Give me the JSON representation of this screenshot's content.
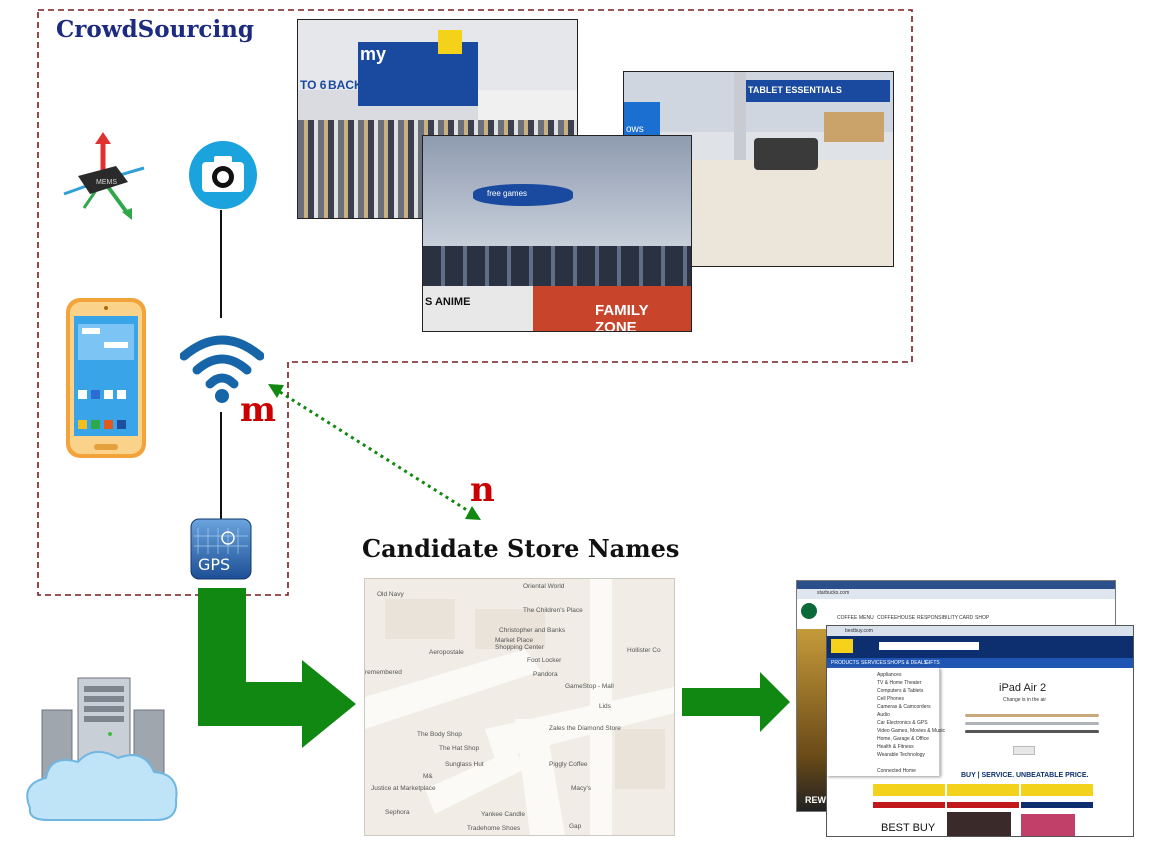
{
  "crowdsourcing": {
    "title": "CrowdSourcing",
    "sensor_label": "MEMS",
    "gps_label": "GPS",
    "m_label": "m",
    "n_label": "n"
  },
  "photos": {
    "store_sign_1": "TO 6",
    "store_sign_2": "BACK",
    "store_sign_3": "my",
    "store_sign_4": "free games",
    "store_sign_5": "FAMILY ZONE",
    "store_sign_6": "TABLET ESSENTIALS",
    "store_sign_7": "ows",
    "store_sign_8": "S ANIME"
  },
  "candidate": {
    "title": "Candidate Store Names"
  },
  "map": {
    "labels": [
      "Oriental World",
      "Old Navy",
      "The Children's Place",
      "Christopher and Banks",
      "Market Place Shopping Center",
      "Aeropostale",
      "Hollister Co",
      "Foot Locker",
      "Pandora",
      "GameStop - Mall",
      "remembered",
      "Lids",
      "Zales the Diamond Store",
      "The Body Shop",
      "The Hat Shop",
      "Sunglass Hut",
      "Piggly Coffee",
      "Justice at Marketplace",
      "Macy's",
      "Sephora",
      "Yankee Candle",
      "Tradehome Shoes",
      "Gap",
      "M&"
    ]
  },
  "web": {
    "back_url": "starbucks.com",
    "back_nav": [
      "COFFEE",
      "MENU",
      "COFFEEHOUSE",
      "RESPONSIBILITY",
      "CARD",
      "SHOP"
    ],
    "front_url": "bestbuy.com",
    "front_nav": [
      "PRODUCTS",
      "SERVICES",
      "SHOPS & DEALS",
      "GIFTS"
    ],
    "front_logo": "BEST BUY",
    "product_title": "iPad Air 2",
    "product_subtitle": "Change is in the air",
    "promo": "BUY | SERVICE. UNBEATABLE PRICE.",
    "side_text": "REW",
    "menu_items": [
      "Appliances",
      "TV & Home Theater",
      "Computers & Tablets",
      "Cell Phones",
      "Cameras & Camcorders",
      "Audio",
      "Car Electronics & GPS",
      "Video Games, Movies & Music",
      "Home, Garage & Office",
      "Health & Fitness",
      "Wearable Technology",
      "Connected Home"
    ]
  },
  "colors": {
    "title_blue": "#1c2a80",
    "label_red": "#cc0000",
    "arrow_green": "#118811",
    "dashed_red": "#7a1a1a",
    "wifi_blue": "#1565a8"
  }
}
